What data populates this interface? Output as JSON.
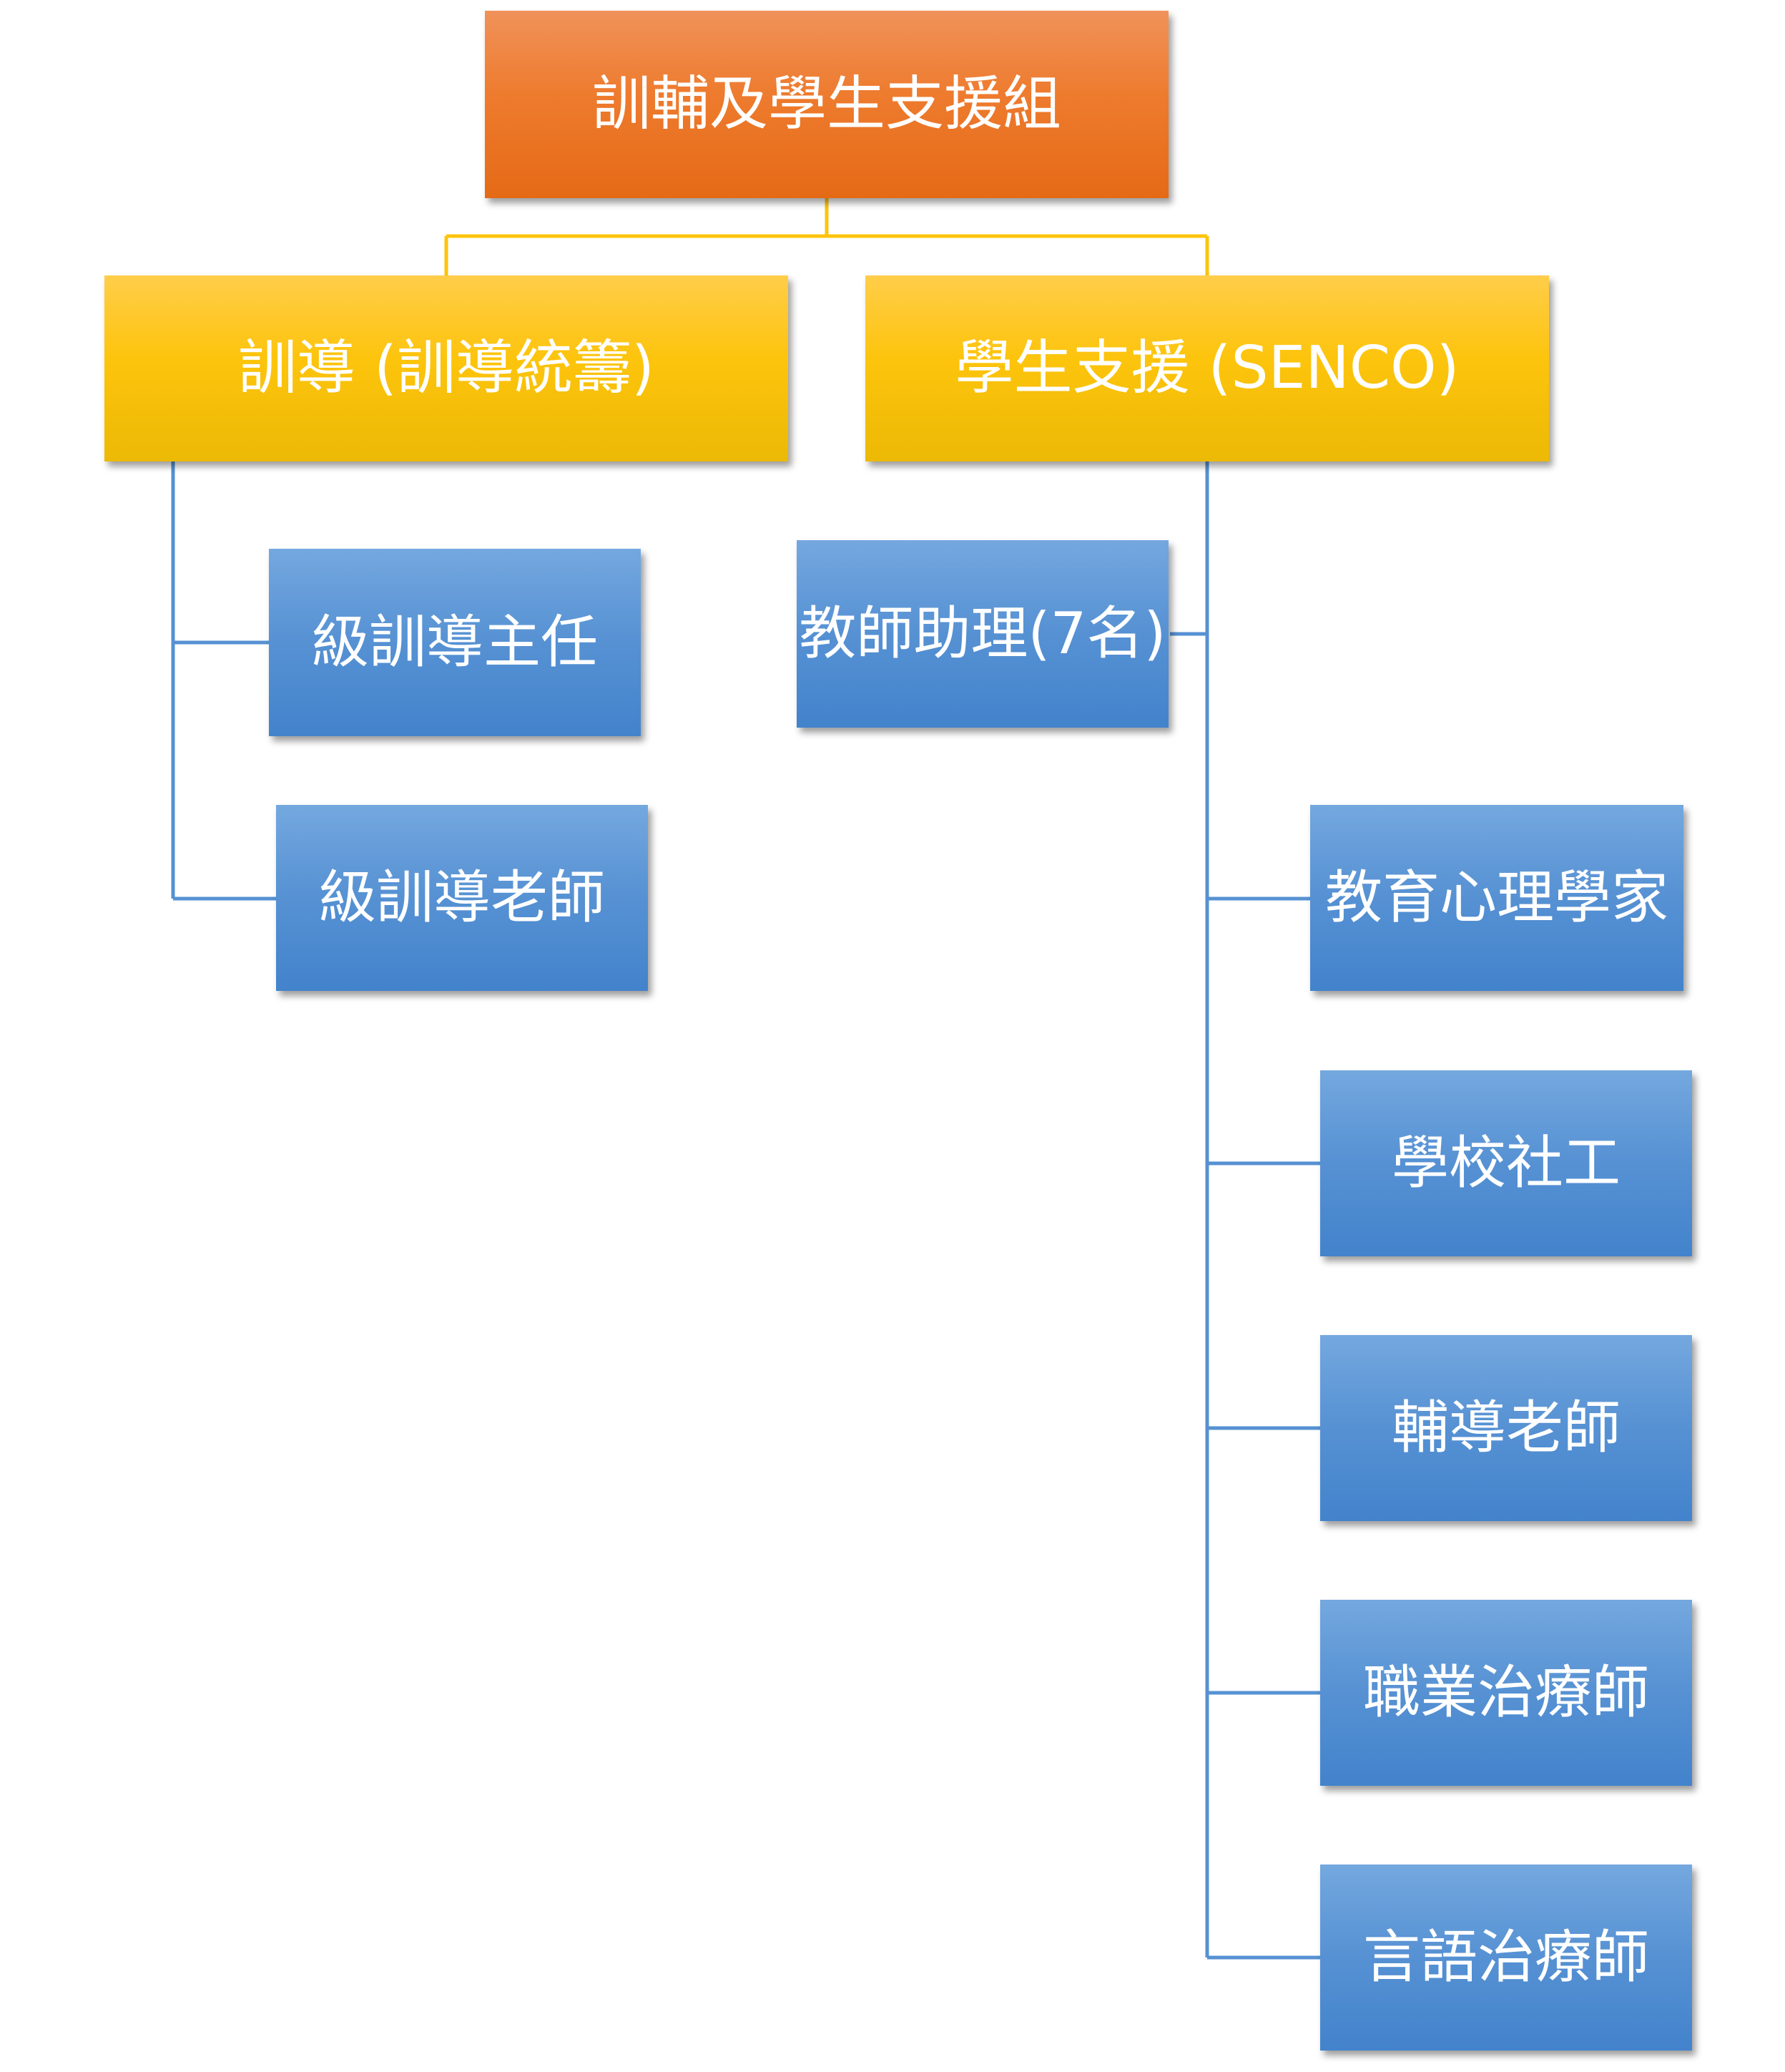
{
  "root": {
    "label": "訓輔及學生支援組"
  },
  "discipline": {
    "label": "訓導 (訓導統籌)",
    "children": [
      "級訓導主任",
      "級訓導老師"
    ]
  },
  "support": {
    "label": "學生支援 (SENCO)",
    "children": [
      "教師助理(7名)",
      "教育心理學家",
      "學校社工",
      "輔導老師",
      "職業治療師",
      "言語治療師"
    ]
  },
  "colors": {
    "root_fill": "#ee7b2e",
    "level1_fill": "#fdc40c",
    "level2_fill": "#5691d3",
    "root_connector": "#fdc40c",
    "level2_connector": "#5691d3",
    "text": "#ffffff"
  }
}
